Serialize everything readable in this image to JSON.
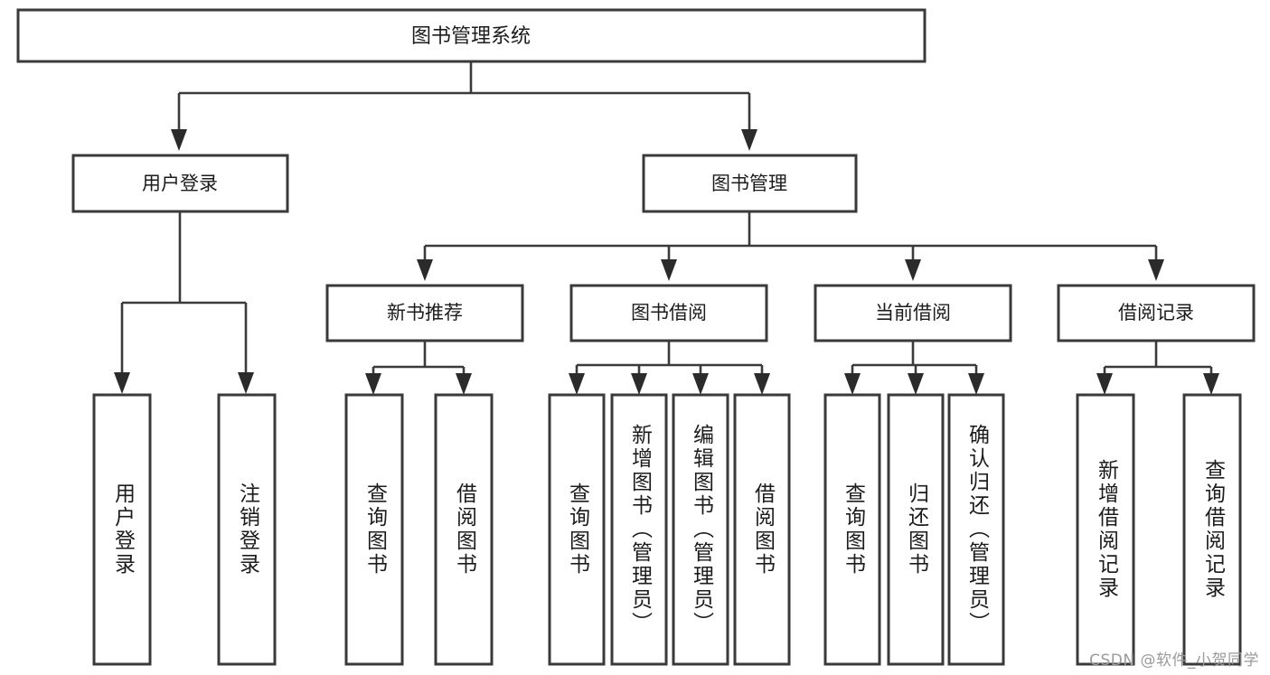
{
  "diagram": {
    "type": "tree-hierarchy-chart",
    "title": "图书管理系统",
    "watermark": "CSDN @软件_小贺同学",
    "colors": {
      "box_stroke": "#3a3a3a",
      "connector": "#3a3a3a",
      "arrow": "#2b2b2b",
      "text": "#1c1c1c",
      "background": "#ffffff",
      "watermark": "#9a9a9a"
    },
    "root": {
      "label": "图书管理系统"
    },
    "level2": [
      {
        "label": "用户登录"
      },
      {
        "label": "图书管理"
      }
    ],
    "level3": [
      {
        "label": "新书推荐"
      },
      {
        "label": "图书借阅"
      },
      {
        "label": "当前借阅"
      },
      {
        "label": "借阅记录"
      }
    ],
    "leaves_user_login": [
      {
        "label": "用户登录"
      },
      {
        "label": "注销登录"
      }
    ],
    "leaves_new_book": [
      {
        "label": "查询图书"
      },
      {
        "label": "借阅图书"
      }
    ],
    "leaves_borrow": [
      {
        "label": "查询图书"
      },
      {
        "label": "新增图书（管理员）"
      },
      {
        "label": "编辑图书（管理员）"
      },
      {
        "label": "借阅图书"
      }
    ],
    "leaves_current": [
      {
        "label": "查询图书"
      },
      {
        "label": "归还图书"
      },
      {
        "label": "确认归还（管理员）"
      }
    ],
    "leaves_record": [
      {
        "label": "新增借阅记录"
      },
      {
        "label": "查询借阅记录"
      }
    ]
  }
}
